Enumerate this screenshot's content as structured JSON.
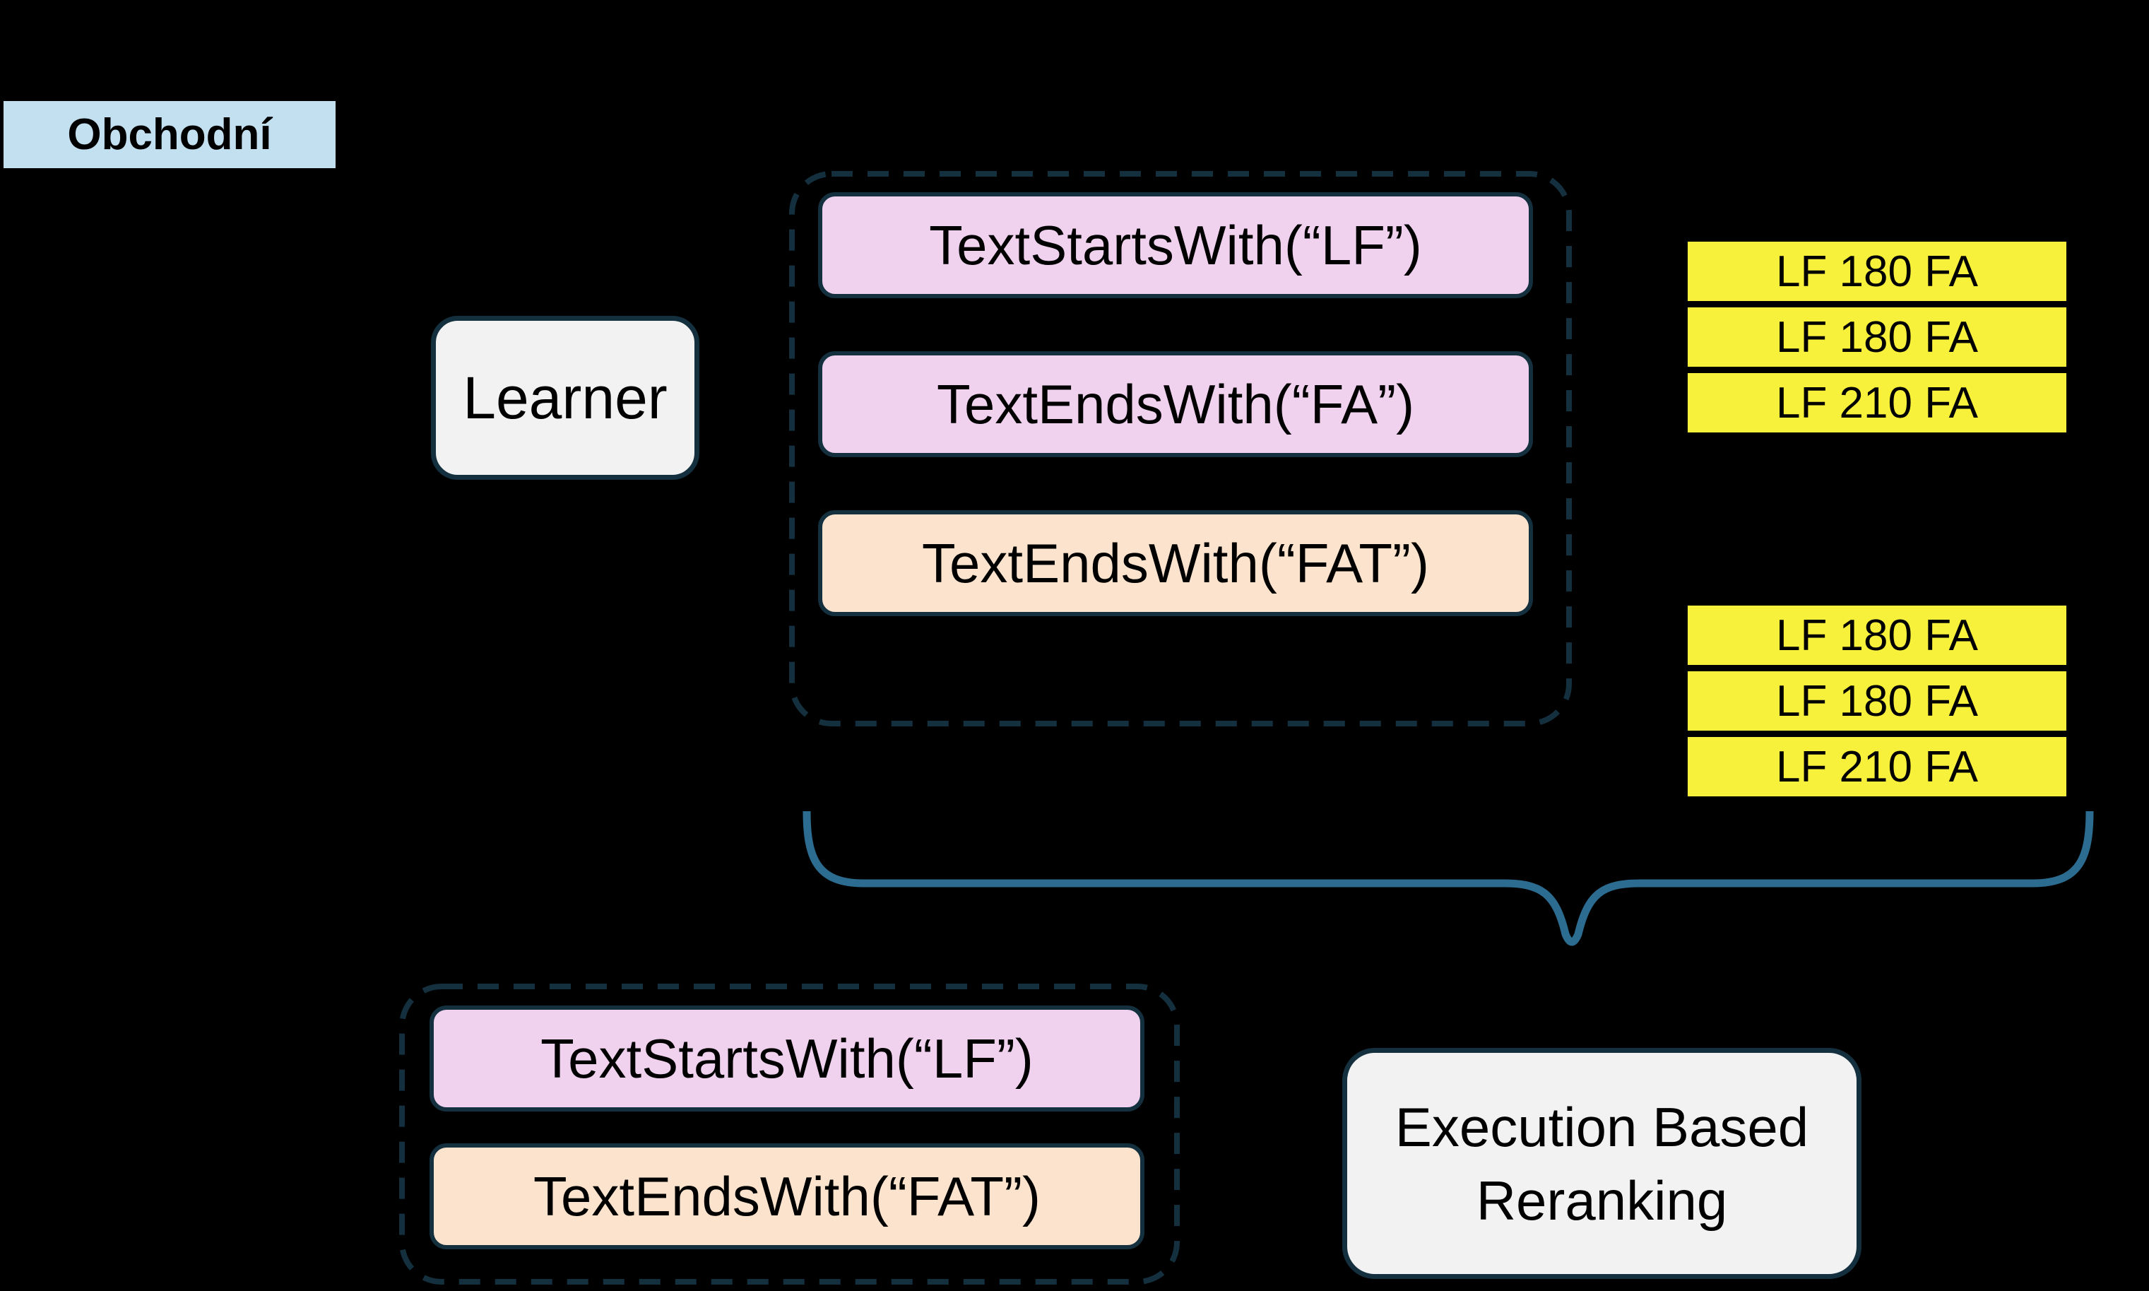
{
  "labels": {
    "corner_tag": "Obchodní"
  },
  "nodes": {
    "learner": "Learner",
    "reranker": {
      "line1": "Execution Based",
      "line2": "Reranking"
    }
  },
  "programs": {
    "top_group": [
      {
        "label": "TextStartsWith(“LF”)",
        "variant": "pink"
      },
      {
        "label": "TextEndsWith(“FA”)",
        "variant": "pink"
      },
      {
        "label": "TextEndsWith(“FAT”)",
        "variant": "peach"
      }
    ],
    "bottom_group": [
      {
        "label": "TextStartsWith(“LF”)",
        "variant": "pink"
      },
      {
        "label": "TextEndsWith(“FAT”)",
        "variant": "peach"
      }
    ]
  },
  "outputs": {
    "top_group": [
      "LF 180 FA",
      "LF 180 FA",
      "LF 210 FA"
    ],
    "bottom_group": [
      "LF 180 FA",
      "LF 180 FA",
      "LF 210 FA"
    ]
  },
  "colors": {
    "background": "#000000",
    "corner_tag_bg": "#C3E0F1",
    "node_bg": "#F2F2F2",
    "pink": "#F0D2EF",
    "peach": "#FBE3CD",
    "yellow": "#F8F13C",
    "outline": "#14303F",
    "brace": "#2B6C90",
    "text": "#000000"
  }
}
